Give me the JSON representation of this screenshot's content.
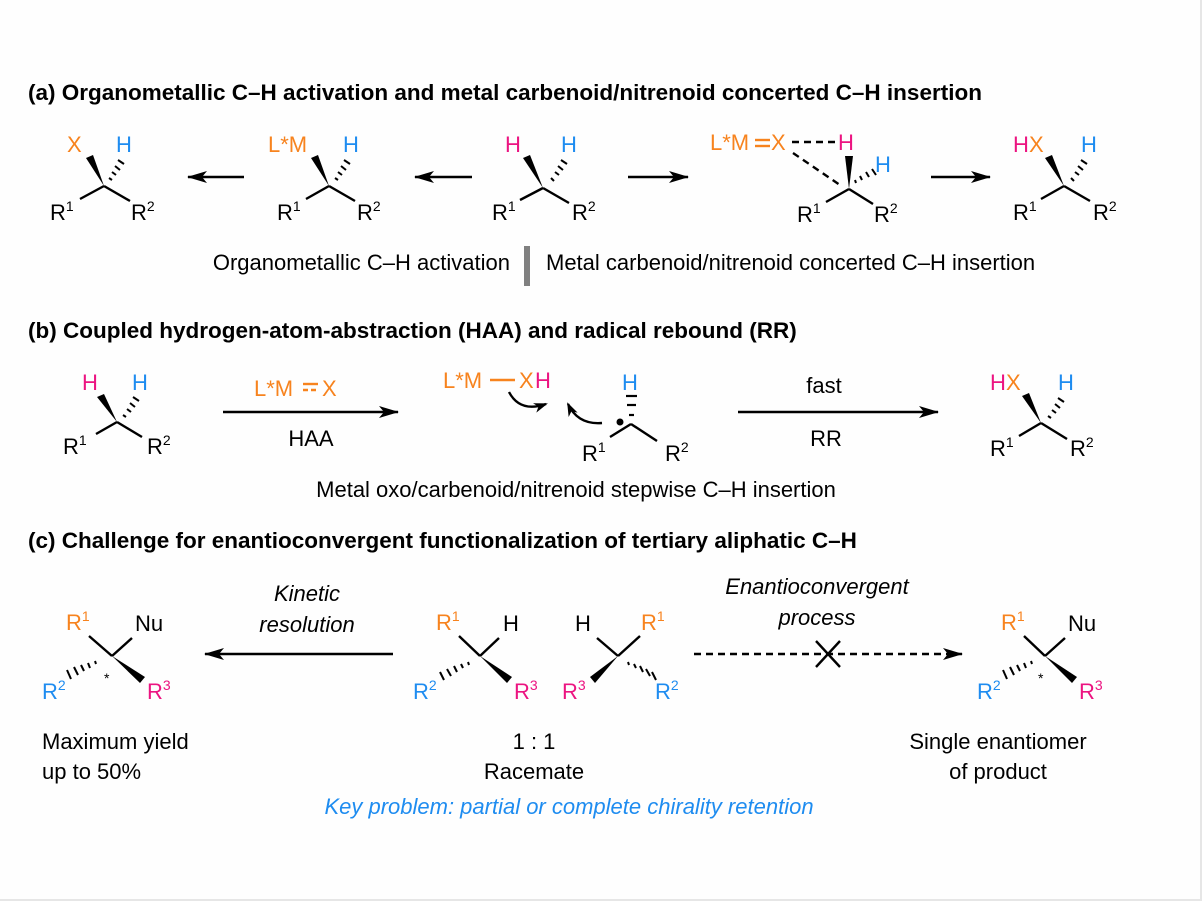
{
  "colors": {
    "orange": "#F7831E",
    "blue": "#1E8CF0",
    "magenta": "#EC1481",
    "black": "#000000",
    "divider": "#808080"
  },
  "section_a": {
    "header": "(a) Organometallic C–H activation and metal carbenoid/nitrenoid concerted C–H insertion",
    "caption_left": "Organometallic C–H activation",
    "caption_right": "Metal carbenoid/nitrenoid concerted C–H insertion",
    "molecules": {
      "product_x": {
        "top_left": "X",
        "top_right": "H",
        "r1": "R",
        "r1_sup": "1",
        "r2": "R",
        "r2_sup": "2"
      },
      "metal_complex": {
        "top_left": "L*M",
        "top_right": "H",
        "r1": "R",
        "r1_sup": "1",
        "r2": "R",
        "r2_sup": "2"
      },
      "substrate": {
        "top_left": "H",
        "top_right": "H",
        "r1": "R",
        "r1_sup": "1",
        "r2": "R",
        "r2_sup": "2"
      },
      "transition_state": {
        "metal": "L*M",
        "x": "X",
        "h_top": "H",
        "h_side": "H",
        "r1": "R",
        "r1_sup": "1",
        "r2": "R",
        "r2_sup": "2"
      },
      "product_hx": {
        "h": "H",
        "x": "X",
        "top_right": "H",
        "r1": "R",
        "r1_sup": "1",
        "r2": "R",
        "r2_sup": "2"
      }
    }
  },
  "section_b": {
    "header": "(b) Coupled hydrogen-atom-abstraction (HAA) and radical rebound (RR)",
    "arrow1_above": "L*M",
    "arrow1_above_x": "X",
    "arrow1_below": "HAA",
    "arrow2_above": "fast",
    "arrow2_below": "RR",
    "intermediate_metal": "L*M",
    "intermediate_x": "X",
    "intermediate_h": "H",
    "radical_h": "H",
    "caption": "Metal oxo/carbenoid/nitrenoid stepwise C–H insertion",
    "substrate": {
      "top_left": "H",
      "top_right": "H",
      "r1": "R",
      "r1_sup": "1",
      "r2": "R",
      "r2_sup": "2"
    },
    "radical": {
      "r1": "R",
      "r1_sup": "1",
      "r2": "R",
      "r2_sup": "2"
    },
    "product": {
      "h": "H",
      "x": "X",
      "top_right": "H",
      "r1": "R",
      "r1_sup": "1",
      "r2": "R",
      "r2_sup": "2"
    }
  },
  "section_c": {
    "header": "(c) Challenge for enantioconvergent functionalization of tertiary aliphatic C–H",
    "kr_line1": "Kinetic",
    "kr_line2": "resolution",
    "ec_line1": "Enantioconvergent",
    "ec_line2": "process",
    "left_caption_1": "Maximum yield",
    "left_caption_2": "up to 50%",
    "center_caption_1": "1 : 1",
    "center_caption_2": "Racemate",
    "right_caption_1": "Single enantiomer",
    "right_caption_2": "of product",
    "key_problem": "Key problem: partial or complete chirality retention",
    "nu": "Nu",
    "h": "H",
    "r": "R",
    "sup1": "1",
    "sup2": "2",
    "sup3": "3",
    "star": "*"
  }
}
